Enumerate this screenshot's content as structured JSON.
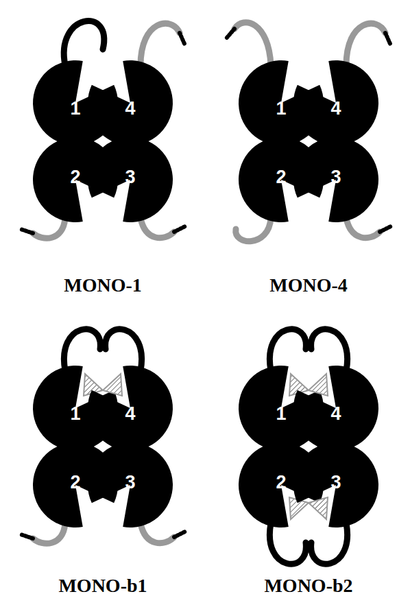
{
  "diagram": {
    "nodes": [
      {
        "text": [
          "1"
        ]
      },
      {
        "text": [
          "4"
        ]
      },
      {
        "text": [
          "2"
        ]
      },
      {
        "text": [
          "3"
        ]
      },
      {
        "text": [
          "1"
        ]
      },
      {
        "text": [
          "4"
        ]
      },
      {
        "text": [
          "2"
        ]
      },
      {
        "text": [
          "3"
        ]
      },
      {
        "text": [
          "1"
        ]
      },
      {
        "text": [
          "4"
        ]
      },
      {
        "text": [
          "2"
        ]
      },
      {
        "text": [
          "3"
        ]
      },
      {
        "text": [
          "1"
        ]
      },
      {
        "text": [
          "4"
        ]
      },
      {
        "text": [
          "2"
        ]
      },
      {
        "text": [
          "3"
        ]
      }
    ],
    "labels": [
      "MONO-1",
      "MONO-4",
      "MONO-b1",
      "MONO-b2"
    ]
  }
}
